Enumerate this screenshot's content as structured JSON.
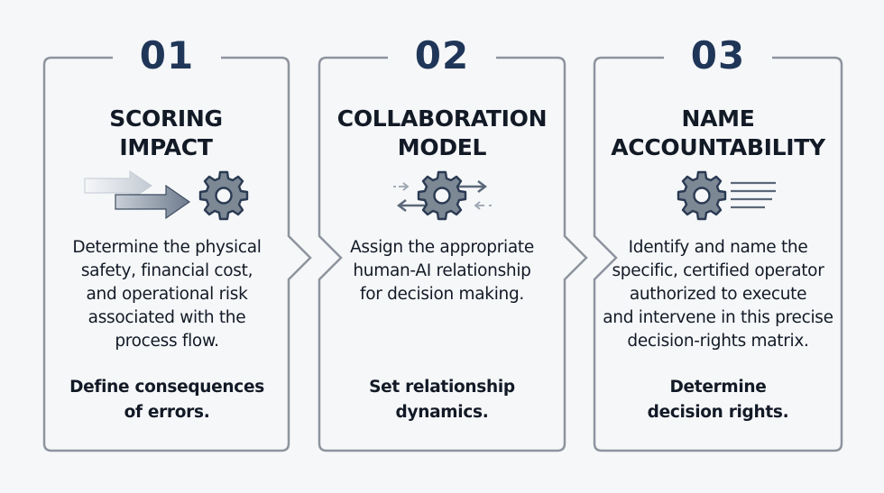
{
  "steps": [
    {
      "number": "01",
      "title_lines": [
        "SCORING",
        "IMPACT"
      ],
      "icon": "arrows-gear-icon",
      "description_lines": [
        "Determine the physical",
        "safety, financial cost,",
        "and operational risk",
        "associated with the",
        "process flow."
      ],
      "note_lines": [
        "Define consequences",
        "of errors."
      ]
    },
    {
      "number": "02",
      "title_lines": [
        "COLLABORATION",
        "MODEL"
      ],
      "icon": "gear-exchange-icon",
      "description_lines": [
        "Assign the appropriate",
        "human-AI relationship",
        "for decision making."
      ],
      "note_lines": [
        "Set relationship",
        "dynamics."
      ]
    },
    {
      "number": "03",
      "title_lines": [
        "NAME",
        "ACCOUNTABILITY"
      ],
      "icon": "gear-lines-icon",
      "description_lines": [
        "Identify and name the",
        "specific, certified operator",
        "authorized to execute",
        "and intervene in this precise",
        "decision-rights matrix."
      ],
      "note_lines": [
        "Determine",
        "decision rights."
      ]
    }
  ],
  "colors": {
    "border": "#8d949e",
    "number": "#1f3658",
    "gear_fill": "#7d8895",
    "gear_stroke": "#2a3a52",
    "arrow_dark": "#6e7b8d",
    "arrow_light": "#c9d0d8",
    "background": "#f6f7f9"
  }
}
